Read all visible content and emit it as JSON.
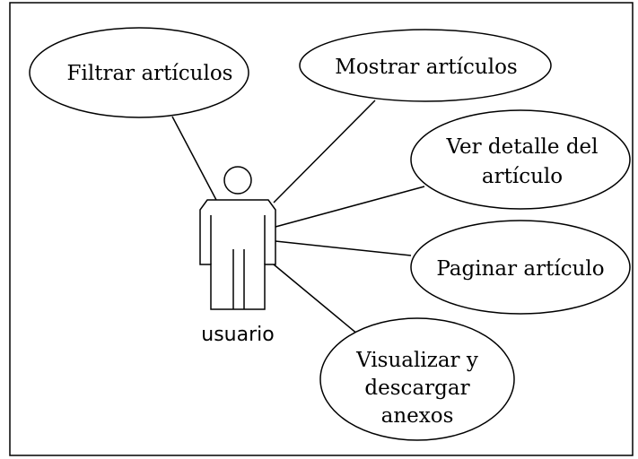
{
  "actor": {
    "label": "usuario"
  },
  "use_cases": [
    {
      "id": "filtrar",
      "lines": [
        "Filtrar artículos"
      ]
    },
    {
      "id": "mostrar",
      "lines": [
        "Mostrar artículos"
      ]
    },
    {
      "id": "ver-detalle",
      "lines": [
        "Ver detalle del",
        "artículo"
      ]
    },
    {
      "id": "paginar",
      "lines": [
        "Paginar artículo"
      ]
    },
    {
      "id": "visualizar",
      "lines": [
        "Visualizar y",
        "descargar",
        "anexos"
      ]
    }
  ],
  "colors": {
    "stroke": "#000000",
    "background": "#ffffff"
  }
}
